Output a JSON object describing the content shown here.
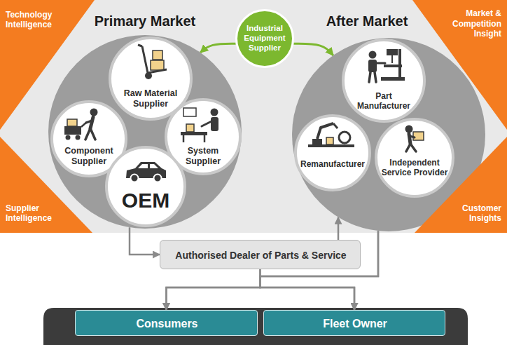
{
  "diagram": {
    "nodes": [
      {
        "text": [
          "Technology Intelligence"
        ]
      },
      {
        "text": [
          "Primary Market"
        ]
      },
      {
        "text": [
          "Raw Material Supplier"
        ],
        "in": 1
      },
      {
        "text": [
          "Component Supplier"
        ],
        "in": 1
      },
      {
        "text": [
          "System Supplier"
        ],
        "in": 1
      },
      {
        "text": [
          "OEM"
        ],
        "in": 1
      },
      {
        "text": [
          "Industrial Equipment Supplier"
        ]
      },
      {
        "text": [
          "After Market"
        ]
      },
      {
        "text": [
          "Part Manufacturer"
        ],
        "in": 7
      },
      {
        "text": [
          "Remanufacturer"
        ],
        "in": 7
      },
      {
        "text": [
          "Independent Service Provider"
        ],
        "in": 7
      },
      {
        "text": [
          "Market & Competition Insight"
        ]
      },
      {
        "text": [
          "Supplier Intelligence"
        ]
      },
      {
        "text": [
          "Customer Insights"
        ]
      },
      {
        "text": [
          "Authorised Dealer of Parts & Service"
        ]
      },
      {
        "text": [
          "Consumers"
        ]
      },
      {
        "text": [
          "Fleet Owner"
        ]
      }
    ],
    "edges": [
      {
        "from": 6,
        "to": 1,
        "arrow": "to"
      },
      {
        "from": 6,
        "to": 7,
        "arrow": "to"
      },
      {
        "from": 1,
        "to": 14,
        "arrow": "to"
      },
      {
        "from": 14,
        "to": 7,
        "arrow": "to"
      },
      {
        "from": 14,
        "to": 15,
        "arrow": "to"
      },
      {
        "from": 14,
        "to": 16,
        "arrow": "to"
      },
      {
        "from": 7,
        "to": 15,
        "arrow": "to"
      },
      {
        "from": 7,
        "to": 16,
        "arrow": "to"
      }
    ]
  }
}
